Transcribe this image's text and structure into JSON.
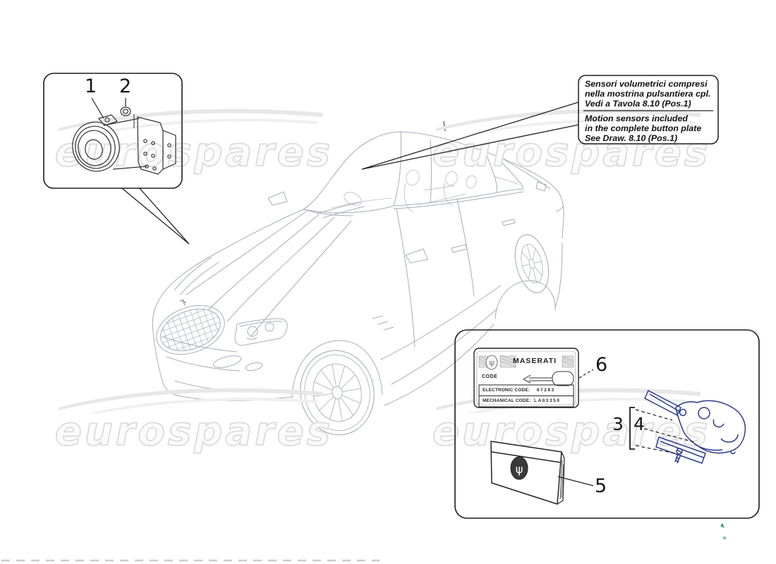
{
  "watermark": {
    "text": "eurospares"
  },
  "callouts": {
    "n1": "1",
    "n2": "2",
    "n3": "3",
    "n4": "4",
    "n5": "5",
    "n6": "6"
  },
  "note_box": {
    "it_lines": [
      "Sensori volumetrici compresi",
      "nella mostrina pulsantiera cpl.",
      "Vedi a Tavola 8.10 (Pos.1)"
    ],
    "en_lines": [
      "Motion sensors included",
      "in the complete button plate",
      "See Draw. 8.10 (Pos.1)"
    ]
  },
  "code_card": {
    "brand": "MASERATI",
    "code_label": "CODE",
    "rows": [
      {
        "label": "ELECTRONIC CODE:",
        "value": "67293"
      },
      {
        "label": "MECHANICAL CODE:",
        "value": "LA03350"
      }
    ]
  },
  "icons": {
    "maserati_trident": "ψ"
  },
  "colors": {
    "ink": "#1d1d1d",
    "car_line": "#a7acb9",
    "key_line": "#2b3a8f",
    "watermark_outline": "#dadada",
    "green_mark": "#2fa05c"
  }
}
